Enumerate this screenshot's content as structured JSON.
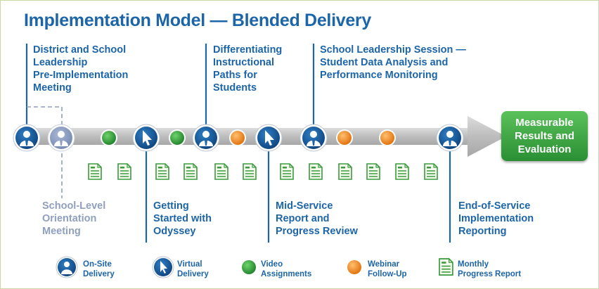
{
  "title": "Implementation Model — Blended Delivery",
  "labels_top": {
    "district": [
      "District and School",
      "Leadership",
      "Pre-Implementation",
      "Meeting"
    ],
    "differentiating": [
      "Differentiating",
      "Instructional",
      "Paths for",
      "Students"
    ],
    "school_leadership": [
      "School Leadership Session —",
      "Student Data Analysis and",
      "Performance Monitoring"
    ]
  },
  "labels_bottom": {
    "school_level": [
      "School-Level",
      "Orientation",
      "Meeting"
    ],
    "getting_started": [
      "Getting",
      "Started with",
      "Odyssey"
    ],
    "mid_service": [
      "Mid-Service",
      "Report and",
      "Progress Review"
    ],
    "end_of_service": [
      "End-of-Service",
      "Implementation",
      "Reporting"
    ]
  },
  "outcome": [
    "Measurable",
    "Results and",
    "Evaluation"
  ],
  "legend": {
    "onsite": [
      "On-Site",
      "Delivery"
    ],
    "virtual": [
      "Virtual",
      "Delivery"
    ],
    "video": [
      "Video",
      "Assignments"
    ],
    "webinar": [
      "Webinar",
      "Follow-Up"
    ],
    "report": [
      "Monthly",
      "Progress Report"
    ]
  },
  "colors": {
    "blue": "#1c65a8",
    "gray_blue": "#8f9fbf",
    "green": "#2f9b3a",
    "orange": "#f08a1e",
    "arrow": "#c7c7c7",
    "outcome_green": "#3aa843"
  },
  "icons": {
    "onsite": "person-icon",
    "virtual": "cursor-icon",
    "video": "green-dot-icon",
    "webinar": "orange-dot-icon",
    "report": "document-icon"
  }
}
